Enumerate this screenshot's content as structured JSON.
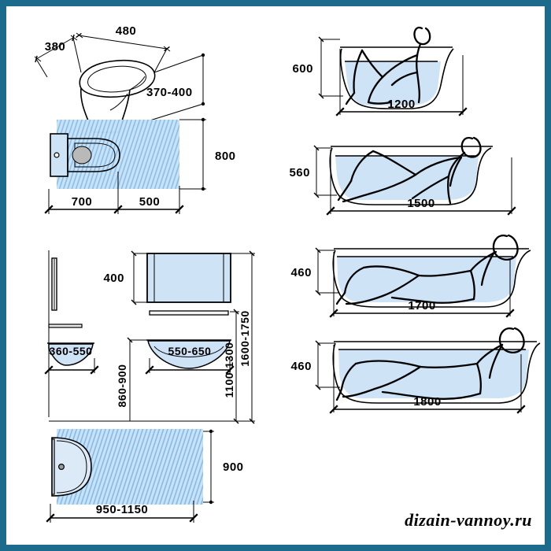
{
  "sheet": {
    "frame_color": "#1c6b8c",
    "background": "#ffffff",
    "watermark": "dizain-vannoy.ru"
  },
  "palette": {
    "water_fill": "#cfe3f7",
    "zone_fill": "#c9e0f6",
    "hatch_color": "#1f8fd6",
    "line": "#000000"
  },
  "toilet_elevation": {
    "name": "toilet-front-elevation",
    "dims": {
      "width_front": "380",
      "width_top": "480",
      "seat_height": "370-400"
    }
  },
  "toilet_plan": {
    "name": "toilet-plan-clearance",
    "dims": {
      "depth": "700",
      "front_clearance": "500",
      "zone_width": "800"
    }
  },
  "sink_elevation": {
    "name": "sink-mirror-elevation",
    "dims": {
      "mirror_height": "400",
      "side_depth": "360-550",
      "sink_width": "550-650",
      "sink_height": "860-900",
      "mirror_bottom": "1100-1300",
      "mirror_top": "1600-1750"
    }
  },
  "sink_plan": {
    "name": "sink-plan-clearance",
    "dims": {
      "zone_width": "950-1150",
      "zone_depth": "900"
    }
  },
  "bathtubs": [
    {
      "name": "bathtub-sitting-1200",
      "height": "600",
      "length": "1200",
      "posture": "sitting"
    },
    {
      "name": "bathtub-semi-reclined-1500",
      "height": "560",
      "length": "1500",
      "posture": "semi-reclined"
    },
    {
      "name": "bathtub-reclined-1700",
      "height": "460",
      "length": "1700",
      "posture": "reclined"
    },
    {
      "name": "bathtub-lying-1800",
      "height": "460",
      "length": "1800",
      "posture": "lying"
    }
  ],
  "hatch_label": "clearance zone hatching"
}
